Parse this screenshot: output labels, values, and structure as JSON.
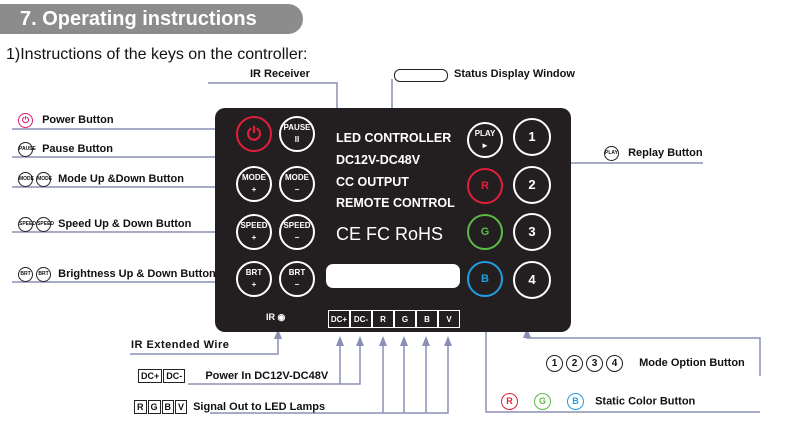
{
  "banner": {
    "title": "7. Operating instructions"
  },
  "subtitle": "1)Instructions of the keys on the controller:",
  "labels": {
    "ir_receiver": "IR Receiver",
    "status_display": "Status Display Window",
    "power": "Power Button",
    "pause": "Pause Button",
    "mode": "Mode Up &Down Button",
    "speed": "Speed Up & Down Button",
    "brightness": "Brightness Up & Down Button",
    "replay": "Replay Button",
    "ir_extended": "IR Extended  Wire",
    "power_in": "Power In DC12V-DC48V",
    "signal_out": "Signal Out to LED Lamps",
    "mode_option": "Mode Option Button",
    "static_color": "Static Color Button"
  },
  "panel": {
    "line1": "LED CONTROLLER",
    "line2": "DC12V-DC48V",
    "line3": "CC OUTPUT",
    "line4": "REMOTE CONTROL",
    "cert": "CE FC RoHS",
    "ir": "IR",
    "buttons": {
      "pause": "PAUSE",
      "mode_up": "MODE",
      "mode_down": "MODE",
      "speed_up": "SPEED",
      "speed_down": "SPEED",
      "brt_up": "BRT",
      "brt_down": "BRT",
      "play": "PLAY",
      "red": "R",
      "green": "G",
      "blue": "B",
      "n1": "1",
      "n2": "2",
      "n3": "3",
      "n4": "4",
      "plus": "+",
      "minus": "−"
    },
    "ports": [
      "DC+",
      "DC-",
      "R",
      "G",
      "B",
      "V"
    ]
  },
  "icons": {
    "pause_mini": "PAUSE",
    "mode_mini": "MODE",
    "speed_mini": "SPEED",
    "brt_mini": "BRT",
    "play_mini": "PLAY",
    "dcplus": "DC+",
    "dcminus": "DC-",
    "r": "R",
    "g": "G",
    "b": "B",
    "v": "V",
    "one": "1",
    "two": "2",
    "three": "3",
    "four": "4"
  },
  "colors": {
    "power": "#e2186f",
    "red": "#e31e3c",
    "green": "#5bbb46",
    "blue": "#1f9ee0",
    "line": "#8a8fb5",
    "panel": "#231f20"
  }
}
